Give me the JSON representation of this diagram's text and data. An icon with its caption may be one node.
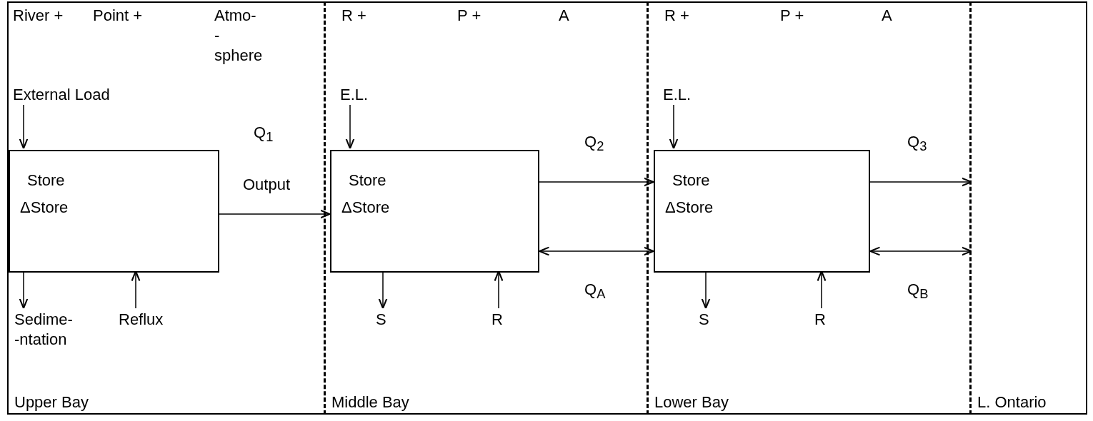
{
  "diagram": {
    "nodes": [
      {
        "text": [
          "Upper Bay"
        ]
      },
      {
        "text": [
          "External Load"
        ],
        "in": 0
      },
      {
        "text": [
          "Store",
          "ΔStore"
        ],
        "in": 0
      },
      {
        "text": [
          "Sedime- -ntation"
        ],
        "in": 0
      },
      {
        "text": [
          "Reflux"
        ],
        "in": 0
      },
      {
        "text": [
          "Middle Bay"
        ]
      },
      {
        "text": [
          "E.L."
        ],
        "in": 5
      },
      {
        "text": [
          "Store",
          "ΔStore"
        ],
        "in": 5
      },
      {
        "text": [
          "S"
        ],
        "in": 5
      },
      {
        "text": [
          "R"
        ],
        "in": 5
      },
      {
        "text": [
          "Lower Bay"
        ]
      },
      {
        "text": [
          "E.L."
        ],
        "in": 10
      },
      {
        "text": [
          "Store",
          "ΔStore"
        ],
        "in": 10
      },
      {
        "text": [
          "S"
        ],
        "in": 10
      },
      {
        "text": [
          "R"
        ],
        "in": 10
      },
      {
        "text": [
          "L. Ontario"
        ]
      }
    ],
    "edges": [
      {
        "from": 1,
        "to": 2,
        "arrow": "to"
      },
      {
        "from": 2,
        "to": 3,
        "arrow": "to"
      },
      {
        "from": 4,
        "to": 2,
        "arrow": "to"
      },
      {
        "from": 2,
        "to": 7,
        "arrow": "to",
        "label": "Output"
      },
      {
        "from": 6,
        "to": 7,
        "arrow": "to"
      },
      {
        "from": 7,
        "to": 8,
        "arrow": "to"
      },
      {
        "from": 9,
        "to": 7,
        "arrow": "to"
      },
      {
        "from": 7,
        "to": 12,
        "arrow": "to",
        "label": "Q$_{2}$"
      },
      {
        "from": 7,
        "to": 12,
        "arrow": "both",
        "label": "Q$_{A}$"
      },
      {
        "from": 11,
        "to": 12,
        "arrow": "to"
      },
      {
        "from": 12,
        "to": 13,
        "arrow": "to"
      },
      {
        "from": 14,
        "to": 12,
        "arrow": "to"
      },
      {
        "from": 12,
        "to": 15,
        "arrow": "to",
        "label": "Q$_{3}$"
      },
      {
        "from": 12,
        "to": 15,
        "arrow": "both",
        "label": "Q$_{B}$"
      }
    ],
    "labels": [
      "River +",
      "Point +",
      "Atmo- -sphere",
      "Q$_{1}$",
      "R +",
      "P +",
      "A",
      "R +",
      "P +",
      "A"
    ]
  }
}
